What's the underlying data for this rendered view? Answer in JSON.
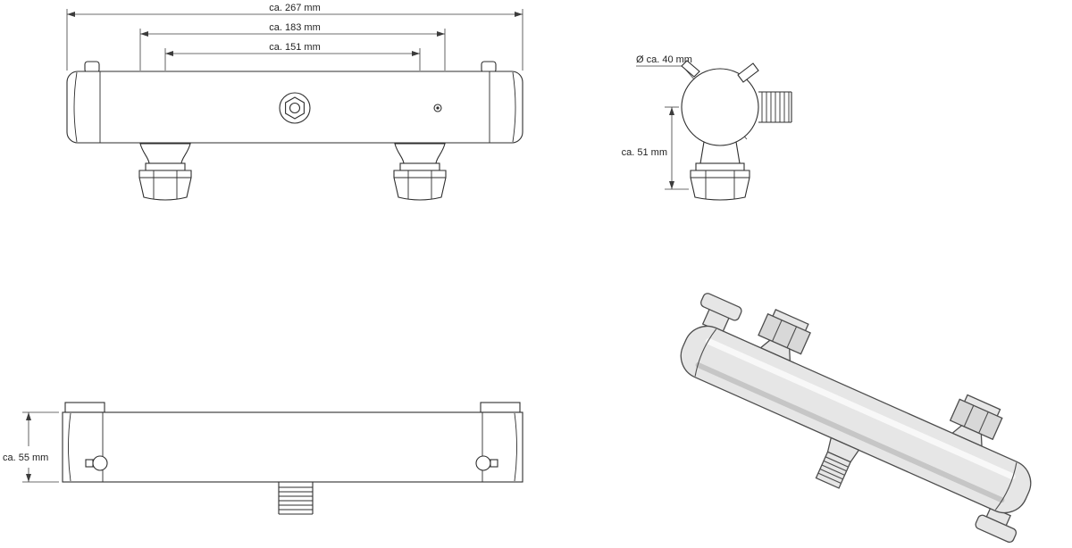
{
  "page": {
    "background": "#ffffff",
    "line_color": "#2e2e2e",
    "dim_color": "#3c3c3c"
  },
  "front_view": {
    "dim_overall": "ca. 267 mm",
    "dim_outer": "ca. 183 mm",
    "dim_centers": "ca. 151 mm"
  },
  "side_view": {
    "dim_diameter": "Ø ca. 40 mm",
    "dim_height": "ca. 51 mm"
  },
  "top_view": {
    "dim_depth": "ca. 55 mm"
  }
}
